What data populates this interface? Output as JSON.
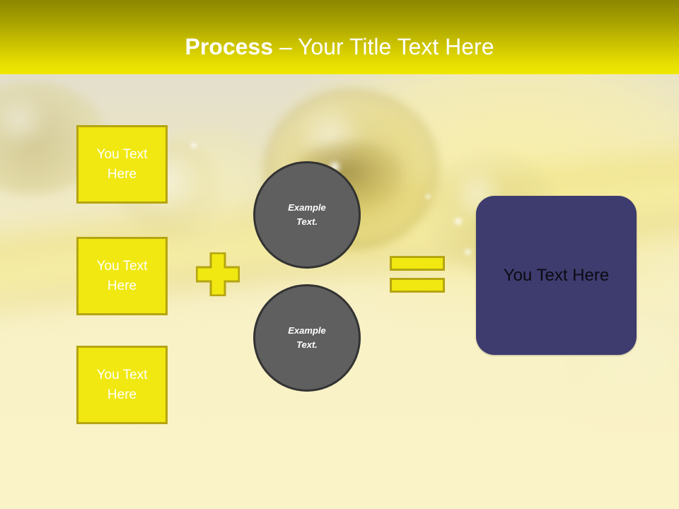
{
  "slide": {
    "title": {
      "strong": "Process",
      "rest": " – Your Title Text Here"
    },
    "background": {
      "description": "blurred-water-droplets-on-yellow-stem-photo",
      "bottom_color": "#F9F2C6",
      "title_bar_gradient_top": "#8C8700",
      "title_bar_gradient_bottom": "#EFE800"
    },
    "colors": {
      "yellow_fill": "#F0E810",
      "yellow_border": "#B5A511",
      "circle_fill": "#5F5F5F",
      "circle_border": "#333333",
      "result_fill": "#3E3B6E",
      "title_text": "#FFFFFF",
      "result_text": "#0B0B14"
    },
    "input_boxes": [
      {
        "line1": "You Text",
        "line2": "Here"
      },
      {
        "line1": "You Text",
        "line2": "Here"
      },
      {
        "line1": "You Text",
        "line2": "Here"
      }
    ],
    "operators": {
      "plus": "+",
      "equals": "="
    },
    "circles": [
      {
        "line1": "Example",
        "line2": "Text."
      },
      {
        "line1": "Example",
        "line2": "Text."
      }
    ],
    "result": {
      "label": "You Text Here"
    }
  }
}
